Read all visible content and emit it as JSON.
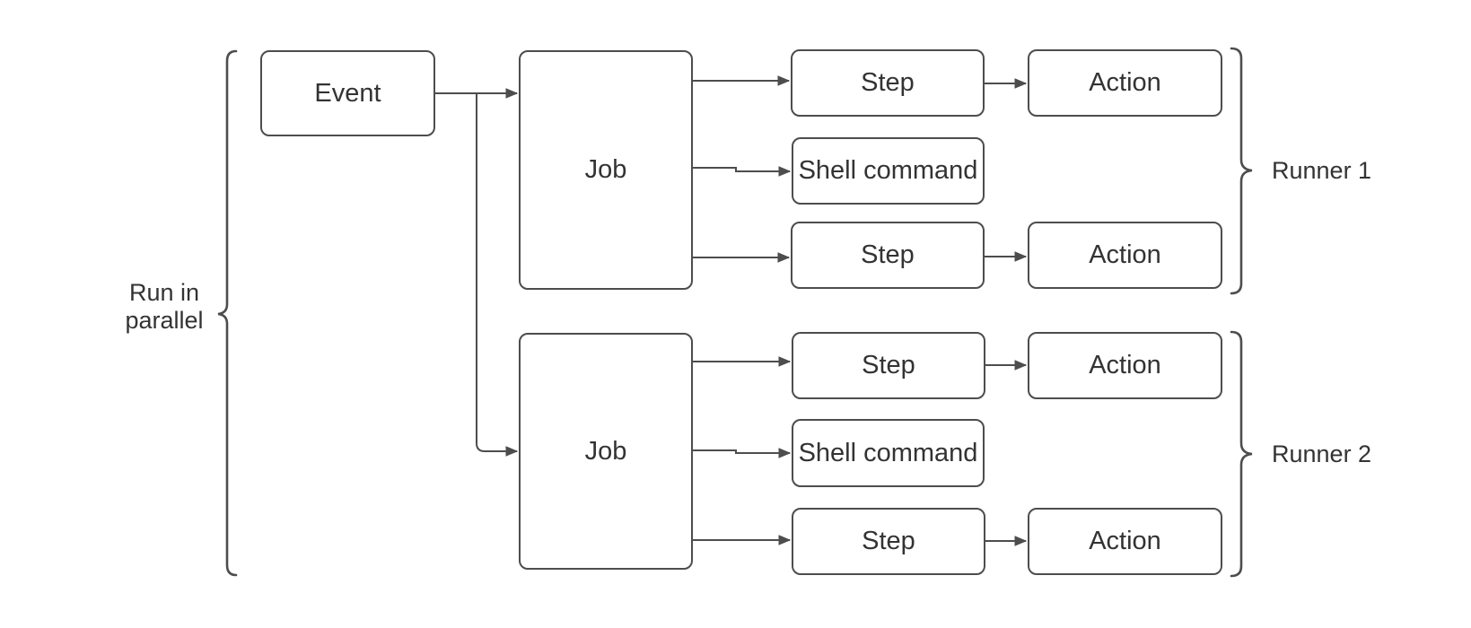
{
  "canvas": {
    "background_color": "#ffffff",
    "stroke_color": "#4d4d4d",
    "text_color": "#333333"
  },
  "nodes": {
    "event": {
      "label": "Event"
    },
    "job1": {
      "label": "Job"
    },
    "job2": {
      "label": "Job"
    },
    "step1": {
      "label": "Step"
    },
    "shell1": {
      "label": "Shell command"
    },
    "step2": {
      "label": "Step"
    },
    "action1": {
      "label": "Action"
    },
    "action2": {
      "label": "Action"
    },
    "step3": {
      "label": "Step"
    },
    "shell2": {
      "label": "Shell command"
    },
    "step4": {
      "label": "Step"
    },
    "action3": {
      "label": "Action"
    },
    "action4": {
      "label": "Action"
    }
  },
  "annotations": {
    "run_in_parallel": "Run in parallel",
    "runner1": "Runner 1",
    "runner2": "Runner 2"
  }
}
